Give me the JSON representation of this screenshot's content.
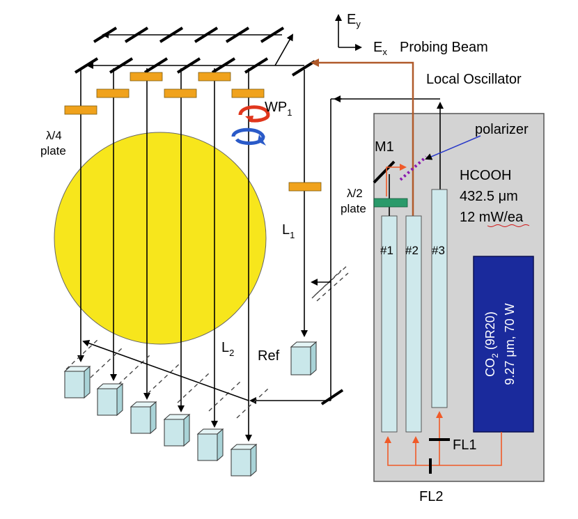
{
  "labels": {
    "ey": "E",
    "ey_sub": "y",
    "ex": "E",
    "ex_sub": "x",
    "probing_beam": "Probing Beam",
    "local_oscillator": "Local Oscillator",
    "polarizer": "polarizer",
    "m1": "M1",
    "wp": "WP",
    "wp_sub": "1",
    "quarter_wave_line1": "λ/4",
    "quarter_wave_line2": "plate",
    "half_wave_line1": "λ/2",
    "half_wave_line2": "plate",
    "l1": "L",
    "l1_sub": "1",
    "l2": "L",
    "l2_sub": "2",
    "ref": "Ref",
    "gas": "HCOOH",
    "wavelength": "432.5 μm",
    "power": "12 mW/ea",
    "laser1": "#1",
    "laser2": "#2",
    "laser3": "#3",
    "co2_line1_pre": "CO",
    "co2_sub": "2",
    "co2_line1_post": "(9R20)",
    "co2_line2": "9.27 μm, 70 W",
    "fl1": "FL1",
    "fl2": "FL2"
  },
  "colors": {
    "plasma": "#f7e61c",
    "waveplate": "#f0a21c",
    "half_wave_plate": "#2a9a6a",
    "enclosure": "#d3d3d3",
    "laser_tube": "#cfe9ec",
    "co2_laser": "#1a2a9c",
    "local_oscillator_beam": "#b05a2a",
    "pump_beam": "#f05a28",
    "polarizer": "#8a1ab0",
    "detector": "#c9e7ea"
  },
  "icons": {
    "rotation_arrows": "circular-polarization-arrows",
    "detector": "detector-cube"
  }
}
